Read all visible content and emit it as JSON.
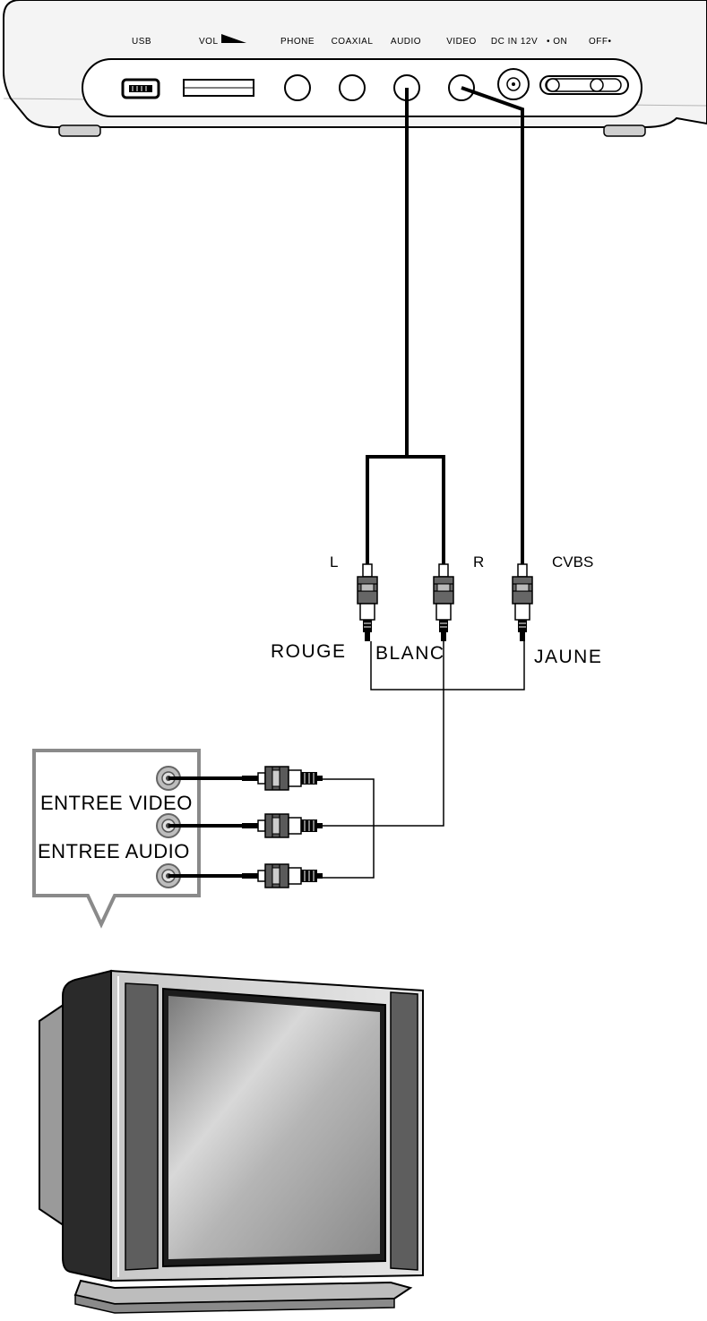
{
  "device_ports": {
    "usb": "USB",
    "vol": "VOL",
    "phone": "PHONE",
    "coaxial": "COAXIAL",
    "audio": "AUDIO",
    "video": "VIDEO",
    "dc_in": "DC IN 12V",
    "on": "• ON",
    "off": "OFF•"
  },
  "plugs": {
    "left": "L",
    "right": "R",
    "cvbs": "CVBS"
  },
  "colors": {
    "red": "ROUGE",
    "white": "BLANC",
    "yellow": "JAUNE"
  },
  "tv_inputs": {
    "video": "ENTREE VIDEO",
    "audio": "ENTREE AUDIO"
  }
}
